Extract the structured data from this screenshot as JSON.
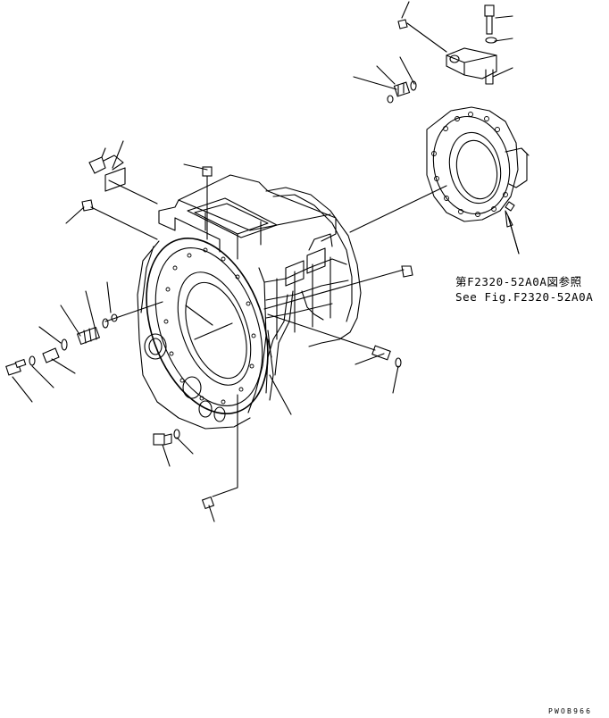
{
  "reference": {
    "japanese": "第F2320-52A0A図参照",
    "english": "See Fig.F2320-52A0A"
  },
  "drawing_code": "PWOB966"
}
